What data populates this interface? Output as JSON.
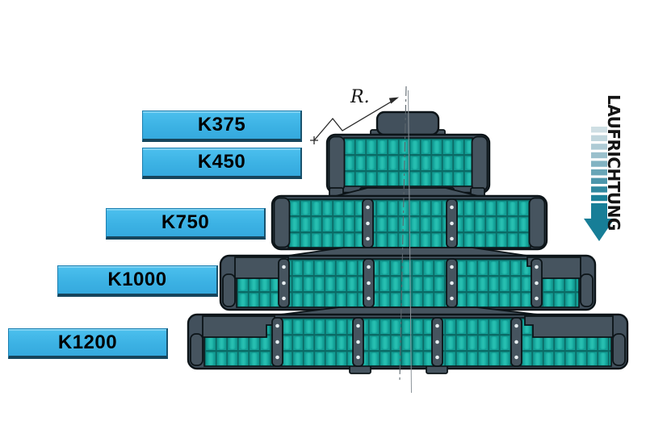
{
  "diagram": {
    "belt_labels": [
      {
        "id": "k375",
        "text": "K375"
      },
      {
        "id": "k450",
        "text": "K450"
      },
      {
        "id": "k750",
        "text": "K750"
      },
      {
        "id": "k1000",
        "text": "K1000"
      },
      {
        "id": "k1200",
        "text": "K1200"
      }
    ],
    "annotations": {
      "radius": "R.",
      "direction": "LAUFRICHTUNG"
    },
    "colors": {
      "background": "#ffffff",
      "label_blue": "#3fb6e7",
      "label_edge_navy": "#16455c",
      "label_text": "#000000",
      "belt_teal": "#139e95",
      "belt_teal_dark": "#0b6b66",
      "belt_teal_light": "#27beb0",
      "frame_slate": "#42505c",
      "outline_black": "#0c1418",
      "direction_arrow_teal": "#177e97",
      "direction_arrow_gradient": [
        "#cfdfe4",
        "#c0d6dd",
        "#aecbd5",
        "#9ac0cc",
        "#82b3c2",
        "#68a5b7",
        "#4c96ab",
        "#30889f",
        "#1b8098"
      ]
    }
  }
}
